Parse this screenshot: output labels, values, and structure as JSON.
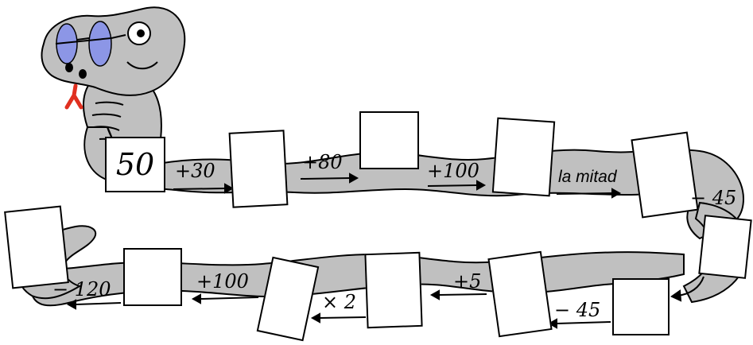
{
  "start_value": "50",
  "operations_row1": [
    {
      "label": "+30"
    },
    {
      "label": "+80"
    },
    {
      "label": "+100"
    },
    {
      "label": "la mitad"
    },
    {
      "label": "− 45"
    }
  ],
  "operations_row2": [
    {
      "label": "− 45"
    },
    {
      "label": "+5"
    },
    {
      "label": "× 2"
    },
    {
      "label": "+100"
    },
    {
      "label": "− 120"
    }
  ],
  "colors": {
    "snake_body": "#c0c0c0",
    "outline": "#000000",
    "glasses": "#8c96e6",
    "tongue": "#e03020",
    "box": "#ffffff"
  },
  "icons": [
    "snake-head-icon",
    "glasses-icon",
    "eye-icon",
    "tongue-icon",
    "arrow-right-icon",
    "arrow-left-icon"
  ]
}
